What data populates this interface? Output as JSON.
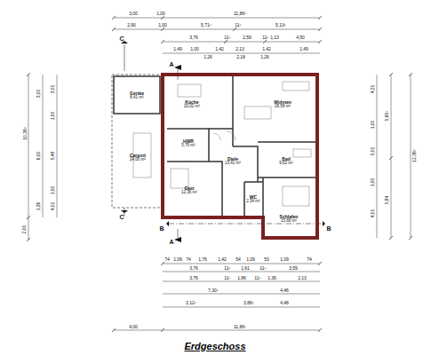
{
  "diagram": {
    "title": "Erdgeschoss",
    "nodes": [
      {
        "text": [
          "Geräte",
          "8,41 m²"
        ]
      },
      {
        "text": [
          "Carport",
          "24,00 m²"
        ]
      },
      {
        "text": [
          "Küche",
          "20,02 m²"
        ]
      },
      {
        "text": [
          "Wohnen",
          "28,58 m²"
        ]
      },
      {
        "text": [
          "HWR",
          "5,76 m²"
        ]
      },
      {
        "text": [
          "Diele",
          "13,41 m²"
        ]
      },
      {
        "text": [
          "Bad",
          "9,62 m²"
        ]
      },
      {
        "text": [
          "Gast",
          "12,36 m²"
        ]
      },
      {
        "text": [
          "WC",
          "2,34 m²"
        ]
      },
      {
        "text": [
          "Schlafen",
          "15,68 m²"
        ]
      }
    ],
    "labels": [
      "3,00",
      "1,00",
      "11,86⁵",
      "2,90",
      "1,00",
      "5,71⁵",
      "11⁵",
      "5,13⁵",
      "3,76",
      "11⁵",
      "2,59",
      "11⁵",
      "1,13",
      "4,50",
      "1,49",
      "1,00",
      "1,26",
      "1,42",
      "2,13",
      "2,18",
      "1,42",
      "1,26",
      "1,49",
      "74",
      "1,09",
      "74",
      "1,76",
      "1,42",
      "54",
      "1,09",
      "53",
      "1,09",
      "74",
      "3,76",
      "11⁵",
      "1,61",
      "11⁵",
      "3,59",
      "3,76",
      "11⁵",
      "1,86",
      "11⁵",
      "1,36",
      "2,13",
      "7,30⁵",
      "4,46",
      "3,12⁵",
      "3,86⁵",
      "4,48",
      "4,00",
      "11,86⁵",
      "10,36⁵",
      "2,00",
      "3,00",
      "6,00",
      "1,36",
      "3,01",
      "1,00",
      "5,49",
      "1,00",
      "4,01",
      "12,36⁵",
      "5,60⁵",
      "5,84",
      "4,21",
      "1,00",
      "5,01",
      "1,00",
      "4,01",
      "C",
      "C",
      "A",
      "A",
      "B",
      "B"
    ]
  }
}
